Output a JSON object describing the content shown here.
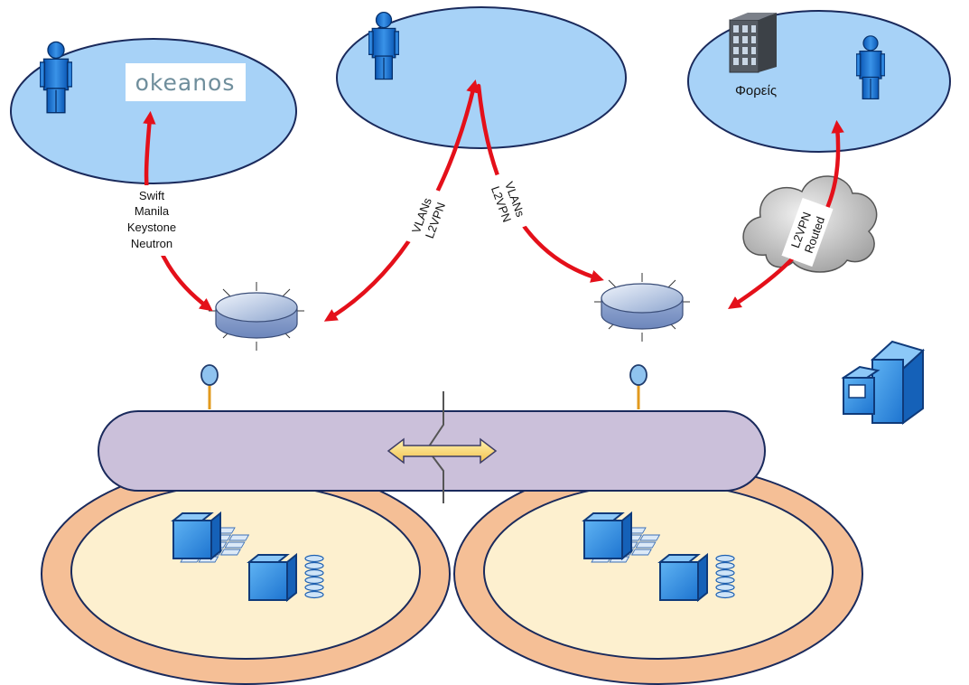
{
  "logo_text": "okeanos",
  "org_label": "Φορείς",
  "links": {
    "left": [
      "Swift",
      "Manila",
      "Keystone",
      "Neutron"
    ],
    "middle_left": [
      "VLANs",
      "L2VPN"
    ],
    "middle_right": [
      "VLANs",
      "L2VPN"
    ],
    "cloud": [
      "L2VPN",
      "Routed"
    ]
  },
  "colors": {
    "user_cloud": "#a7d2f7",
    "red_link": "#e4101a",
    "backbone": "#cbc0da",
    "dc_outer": "#f5bf96",
    "dc_inner": "#fdf0cf",
    "blue_icon": "#1d7fd6"
  }
}
